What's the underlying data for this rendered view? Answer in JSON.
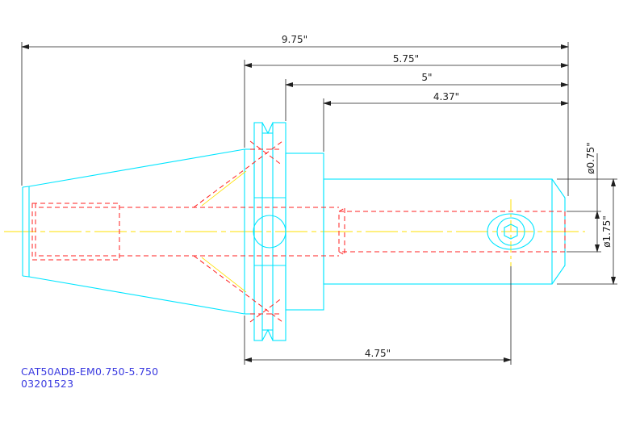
{
  "dimensions": {
    "overall_length": "9.75\"",
    "flange_to_end": "5.75\"",
    "groove_to_end": "5\"",
    "shank_to_end": "4.37\"",
    "flange_to_set_screw": "4.75\"",
    "bore_diameter": "ø0.75\"",
    "body_diameter": "ø1.75\""
  },
  "caption": {
    "part_number": "CAT50ADB-EM0.750-5.750",
    "serial": "03201523"
  },
  "colors": {
    "outline": "#00e5ff",
    "hidden": "#ff2020",
    "centerline": "#ffe000",
    "dimension": "#1f1f1f",
    "caption": "#3a3ae0"
  }
}
